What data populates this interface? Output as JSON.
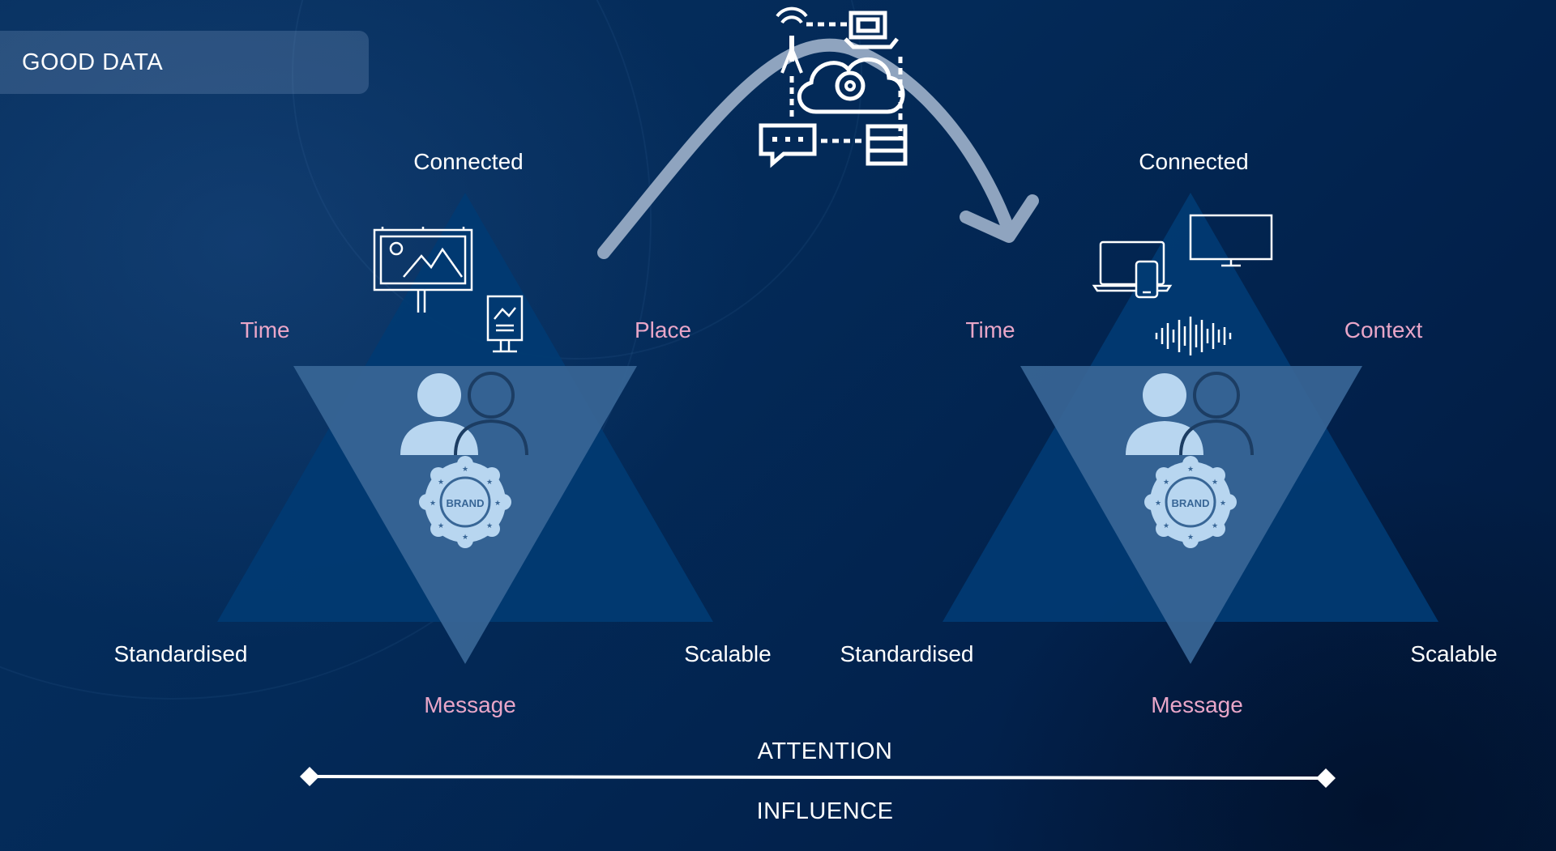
{
  "header": {
    "title": "GOOD DATA"
  },
  "left_model": {
    "top": "Connected",
    "left": "Time",
    "right": "Place",
    "bottom_left": "Standardised",
    "bottom_right": "Scalable",
    "bottom": "Message",
    "center_badge": "BRAND",
    "icons": [
      "billboard-icon",
      "poster-stand-icon",
      "audience-icon",
      "brand-seal-icon"
    ]
  },
  "right_model": {
    "top": "Connected",
    "left": "Time",
    "right": "Context",
    "bottom_left": "Standardised",
    "bottom_right": "Scalable",
    "bottom": "Message",
    "center_badge": "BRAND",
    "icons": [
      "devices-icon",
      "monitor-icon",
      "sound-wave-icon",
      "audience-icon",
      "brand-seal-icon"
    ]
  },
  "transition": {
    "icon": "cloud-network-icon"
  },
  "scale": {
    "top_label": "ATTENTION",
    "bottom_label": "INFLUENCE"
  },
  "colors": {
    "outer_triangle": "#013a72",
    "inner_triangle": "#386696",
    "pink_labels": "#e9a6c8",
    "figure_light": "#b8d6f0"
  }
}
